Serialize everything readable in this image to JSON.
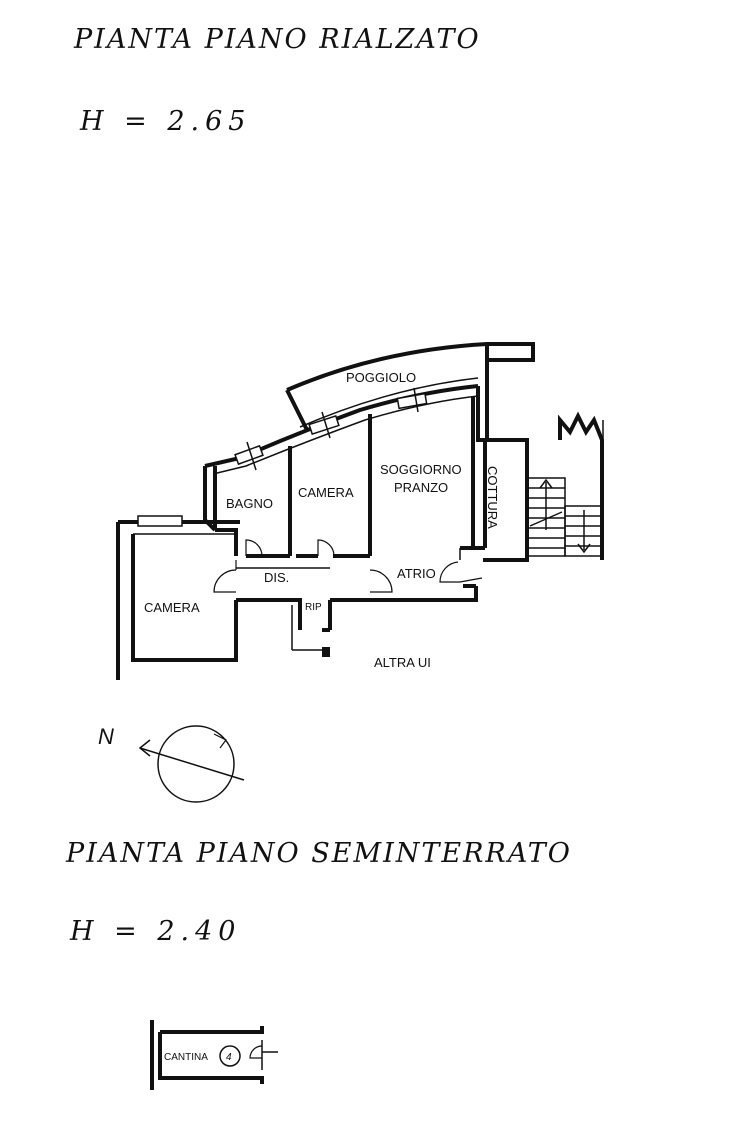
{
  "plan_upper": {
    "title": "PIANTA PIANO RIALZATO",
    "height_label": "H = 2.65",
    "rooms": {
      "poggiolo": "POGGIOLO",
      "bagno": "BAGNO",
      "camera_1": "CAMERA",
      "soggiorno_line1": "SOGGIORNO",
      "soggiorno_line2": "PRANZO",
      "cottura": "COTTURA",
      "camera_2": "CAMERA",
      "dis": "DIS.",
      "rip": "RIP",
      "atrio": "ATRIO",
      "altra_ui": "ALTRA UI"
    }
  },
  "compass": {
    "north_label": "N",
    "icon": "north-arrow-compass"
  },
  "plan_lower": {
    "title": "PIANTA PIANO SEMINTERRATO",
    "height_label": "H = 2.40",
    "rooms": {
      "cantina": "CANTINA",
      "cantina_number": "4"
    }
  },
  "colors": {
    "ink": "#111111",
    "paper": "#ffffff"
  }
}
